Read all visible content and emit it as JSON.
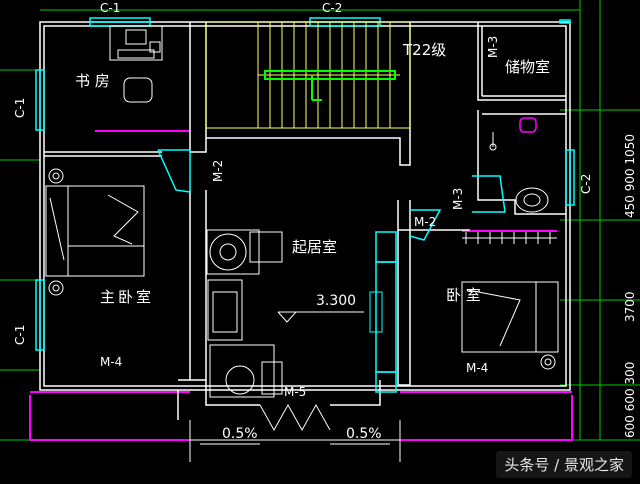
{
  "plan": {
    "grid_top_labels": [
      "C-1",
      "C-2"
    ],
    "grid_left_labels": [
      "C-1",
      "C-1"
    ],
    "grid_right_label": "C-2",
    "stair_label": "T22级",
    "storage_label": "储物室",
    "study_label": "书 房",
    "master_label": "主卧室",
    "living_label": "起居室",
    "bedroom_label": "卧 室",
    "level": "3.300",
    "doors": {
      "m2_left": "M-2",
      "m2_right": "M-2",
      "m3_top": "M-3",
      "m3_mid": "M-3",
      "m4_left": "M-4",
      "m4_right": "M-4",
      "m5": "M-5"
    },
    "slope_left": "0.5%",
    "slope_right": "0.5%",
    "dims_right_upper": "450 900 1050",
    "dims_right_mid": "3700",
    "dims_right_lower": "600 600 300"
  },
  "watermark": "头条号 / 景观之家",
  "colors": {
    "background": "#000000",
    "wall": "#ffffff",
    "window": "#00ffff",
    "stair": "#ffff66",
    "balcony": "#ff00ff",
    "furniture": "#ffffff",
    "grid": "#00cc00",
    "arrow": "#00ff00"
  }
}
